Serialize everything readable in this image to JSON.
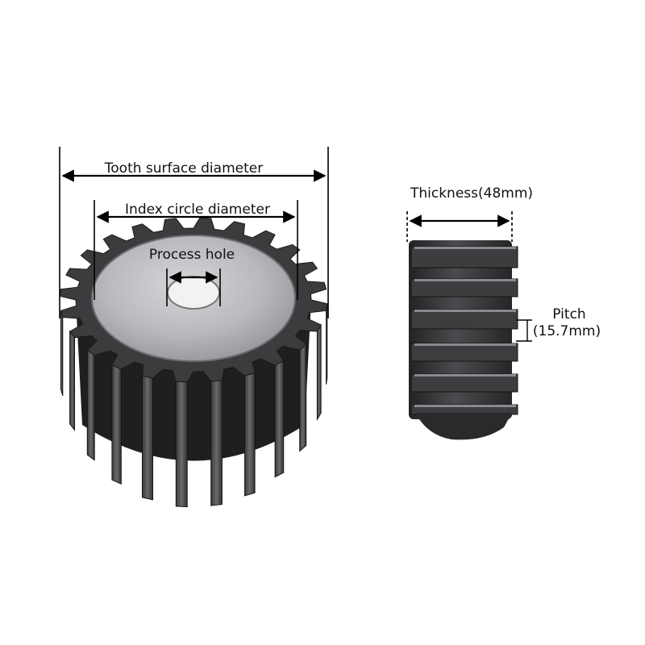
{
  "labels": {
    "tooth_surface_diameter": "Tooth surface diameter",
    "index_circle_diameter": "Index circle diameter",
    "process_hole": "Process hole",
    "thickness": "Thickness(48mm)",
    "pitch_line1": "Pitch",
    "pitch_line2": "(15.7mm)"
  },
  "gear": {
    "teeth": 24
  },
  "colors": {
    "background": "#ffffff",
    "annotation": "#000000",
    "steel_dark": "#2e2e30",
    "steel_mid": "#4a4a4d",
    "hub_face": "#bdbdc1"
  }
}
